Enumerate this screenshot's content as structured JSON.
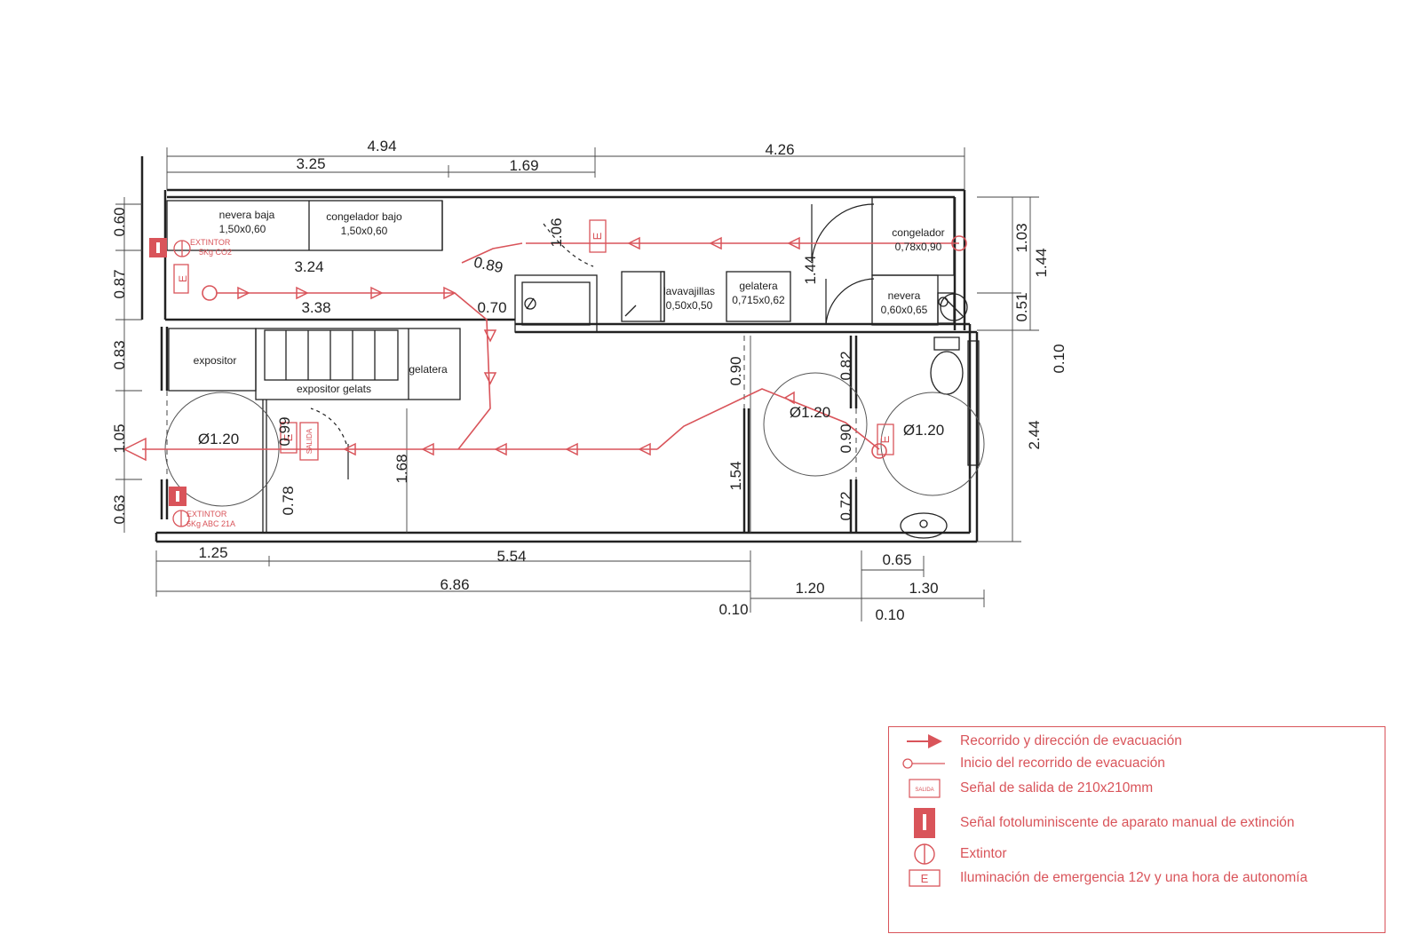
{
  "colors": {
    "evacuation": "#d9545a",
    "wall": "#222222"
  },
  "dimensions": {
    "top_total_left": "4.94",
    "top_left_a": "3.25",
    "top_left_b": "1.69",
    "top_right": "4.26",
    "left_060": "0.60",
    "left_087": "0.87",
    "left_083": "0.83",
    "left_105": "1.05",
    "left_063": "0.63",
    "inner_324": "3.24",
    "inner_338": "3.38",
    "inner_089": "0.89",
    "inner_070": "0.70",
    "inner_106": "1.06",
    "inner_144": "1.44",
    "inner_168": "1.68",
    "inner_078": "0.78",
    "inner_099": "0.99",
    "inner_090a": "0.90",
    "inner_154": "1.54",
    "inner_082": "0.82",
    "inner_090b": "0.90",
    "inner_072": "0.72",
    "right_103": "1.03",
    "right_144": "1.44",
    "right_051": "0.51",
    "right_010": "0.10",
    "right_244": "2.44",
    "bottom_125": "1.25",
    "bottom_554": "5.54",
    "bottom_686": "6.86",
    "bottom_010a": "0.10",
    "bottom_120": "1.20",
    "bottom_065": "0.65",
    "bottom_130": "1.30",
    "bottom_010b": "0.10",
    "circle_1": "Ø1.20",
    "circle_2": "Ø1.20",
    "circle_3": "Ø1.20"
  },
  "furniture": {
    "nevera_baja": "nevera baja",
    "nevera_baja_size": "1,50x0,60",
    "congelador_bajo": "congelador bajo",
    "congelador_bajo_size": "1,50x0,60",
    "congelador": "congelador",
    "congelador_size": "0,78x0,90",
    "nevera": "nevera",
    "nevera_size": "0,60x0,65",
    "lavavajillas": "lavavajillas",
    "lavavajillas_size": "0,50x0,50",
    "gelatera_kitchen": "gelatera",
    "gelatera_kitchen_size": "0,715x0,62",
    "expositor": "expositor",
    "expositor_gelats": "expositor gelats",
    "gelatera_shop": "gelatera"
  },
  "safety": {
    "extintor_top_1": "EXTINTOR",
    "extintor_top_2": "5Kg CO2",
    "extintor_bottom_1": "EXTINTOR",
    "extintor_bottom_2": "6Kg ABC 21A",
    "salida_sign": "SALIDA",
    "emergency_light": "E"
  },
  "legend": {
    "items": [
      {
        "icon": "arrow-icon",
        "text": "Recorrido y dirección de evacuación"
      },
      {
        "icon": "circle-start-icon",
        "text": "Inicio del recorrido de evacuación"
      },
      {
        "icon": "salida-sign-icon",
        "text": "Señal de salida de 210x210mm",
        "icon_text": "SALIDA"
      },
      {
        "icon": "extinguisher-sign-icon",
        "text": "Señal fotoluminiscente de aparato manual de extinción"
      },
      {
        "icon": "extinguisher-icon",
        "text": "Extintor"
      },
      {
        "icon": "emergency-light-icon",
        "text": "Iluminación de emergencia 12v y una hora de autonomía",
        "icon_text": "E"
      }
    ]
  }
}
